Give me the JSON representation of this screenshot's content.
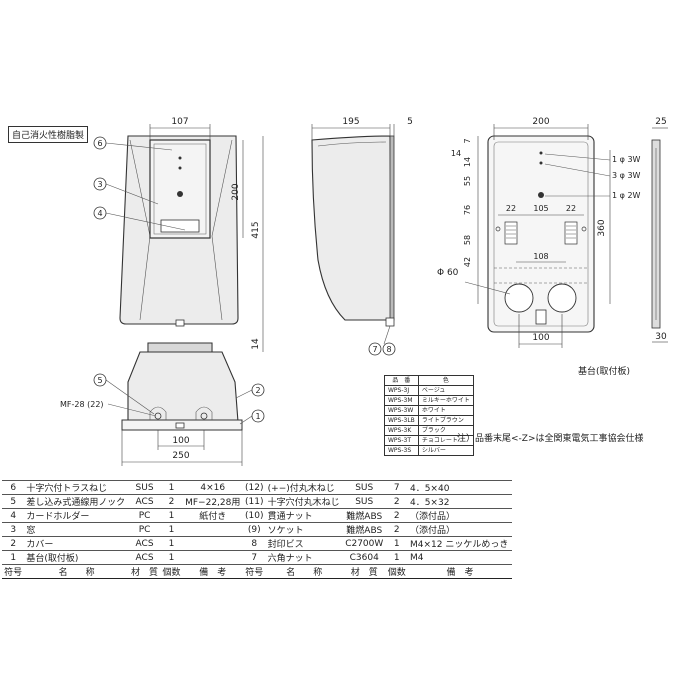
{
  "material_note": "自己消火性樹脂製",
  "front_view": {
    "dims": {
      "width": "107",
      "height_inner": "200",
      "height_total": "415",
      "bottom": "14"
    },
    "callouts": [
      "6",
      "3",
      "4"
    ]
  },
  "side_view": {
    "dims": {
      "depth": "195",
      "flange": "5"
    },
    "callouts": [
      "7",
      "8"
    ]
  },
  "bottom_view": {
    "dims": {
      "inner": "100",
      "width": "250"
    },
    "callouts": [
      "5",
      "2",
      "1"
    ],
    "knockout_label": "MF-28 (22)"
  },
  "base_view": {
    "dims": {
      "width": "200",
      "side": "25",
      "v7": "7",
      "v14a": "14",
      "v14b": "14",
      "v55": "55",
      "v76": "76",
      "v58": "58",
      "v42": "42",
      "h22a": "22",
      "h105": "105",
      "h22b": "22",
      "v360": "360",
      "h108": "108",
      "bottom_w": "100",
      "side_depth": "30",
      "hole_dia": "Φ 60"
    },
    "hole_labels": [
      "1 φ 3W",
      "3 φ 3W",
      "1 φ 2W"
    ],
    "caption": "基台(取付板)"
  },
  "color_table": {
    "headers": [
      "品　番",
      "色"
    ],
    "rows": [
      [
        "WPS-3J",
        "ベージュ"
      ],
      [
        "WPS-3M",
        "ミルキーホワイト"
      ],
      [
        "WPS-3W",
        "ホワイト"
      ],
      [
        "WPS-3LB",
        "ライトブラウン"
      ],
      [
        "WPS-3K",
        "ブラック"
      ],
      [
        "WPS-3T",
        "チョコレート"
      ],
      [
        "WPS-3S",
        "シルバー"
      ]
    ]
  },
  "note": "注）品番末尾<-Z>は全関東電気工事協会仕様",
  "parts_table": {
    "rows": [
      [
        "6",
        "十字穴付トラスねじ",
        "SUS",
        "1",
        "4×16",
        "(12)",
        "(+−)付丸木ねじ",
        "SUS",
        "7",
        "4．5×40"
      ],
      [
        "5",
        "差し込み式通線用ノック",
        "ACS",
        "2",
        "MF−22,28用",
        "(11)",
        "十字穴付丸木ねじ",
        "SUS",
        "2",
        "4．5×32"
      ],
      [
        "4",
        "カードホルダー",
        "PC",
        "1",
        "紙付き",
        "(10)",
        "貫通ナット",
        "難燃ABS",
        "2",
        "（添付品）"
      ],
      [
        "3",
        "窓",
        "PC",
        "1",
        "",
        "(9)",
        "ソケット",
        "難燃ABS",
        "2",
        "（添付品）"
      ],
      [
        "2",
        "カバー",
        "ACS",
        "1",
        "",
        "8",
        "封印ビス",
        "C2700W",
        "1",
        "M4×12 ニッケルめっき"
      ],
      [
        "1",
        "基台(取付板)",
        "ACS",
        "1",
        "",
        "7",
        "六角ナット",
        "C3604",
        "1",
        "M4"
      ]
    ],
    "header": [
      "符号",
      "名　　称",
      "材　質",
      "個数",
      "備　考",
      "符号",
      "名　　称",
      "材　質",
      "個数",
      "備　考"
    ]
  }
}
